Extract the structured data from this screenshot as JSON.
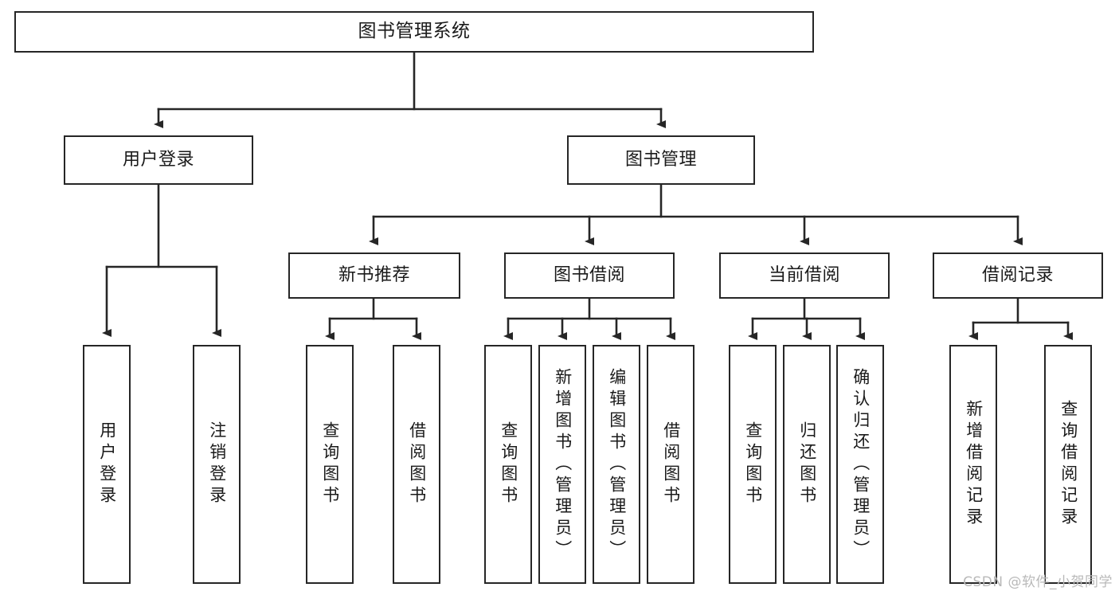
{
  "diagram": {
    "title": "图书管理系统",
    "type": "function-structure-tree",
    "watermark": "CSDN @软件_小贺同学",
    "colors": {
      "stroke": "#262626",
      "fill": "#ffffff",
      "text": "#1a1a1a",
      "watermark": "#b9b9b9"
    },
    "levels": {
      "level1": [
        {
          "id": "root",
          "label": "图书管理系统"
        }
      ],
      "level2": [
        {
          "id": "user-login",
          "label": "用户登录"
        },
        {
          "id": "book-manage",
          "label": "图书管理"
        }
      ],
      "level3": [
        {
          "id": "new-book-rec",
          "label": "新书推荐"
        },
        {
          "id": "book-borrow",
          "label": "图书借阅"
        },
        {
          "id": "current-borrow",
          "label": "当前借阅"
        },
        {
          "id": "borrow-record",
          "label": "借阅记录"
        }
      ],
      "level4": [
        {
          "id": "leaf-user-login",
          "label": "用户登录",
          "parent": "user-login"
        },
        {
          "id": "leaf-user-logout",
          "label": "注销登录",
          "parent": "user-login"
        },
        {
          "id": "leaf-query-book-1",
          "label": "查询图书",
          "parent": "new-book-rec"
        },
        {
          "id": "leaf-borrow-book-1",
          "label": "借阅图书",
          "parent": "new-book-rec"
        },
        {
          "id": "leaf-query-book-2",
          "label": "查询图书",
          "parent": "book-borrow"
        },
        {
          "id": "leaf-add-book",
          "label": "新增图书（管理员）",
          "parent": "book-borrow"
        },
        {
          "id": "leaf-edit-book",
          "label": "编辑图书（管理员）",
          "parent": "book-borrow"
        },
        {
          "id": "leaf-borrow-book-2",
          "label": "借阅图书",
          "parent": "book-borrow"
        },
        {
          "id": "leaf-query-book-3",
          "label": "查询图书",
          "parent": "current-borrow"
        },
        {
          "id": "leaf-return-book",
          "label": "归还图书",
          "parent": "current-borrow"
        },
        {
          "id": "leaf-confirm-return",
          "label": "确认归还（管理员）",
          "parent": "current-borrow"
        },
        {
          "id": "leaf-add-record",
          "label": "新增借阅记录",
          "parent": "borrow-record"
        },
        {
          "id": "leaf-query-record",
          "label": "查询借阅记录",
          "parent": "borrow-record"
        }
      ]
    }
  }
}
